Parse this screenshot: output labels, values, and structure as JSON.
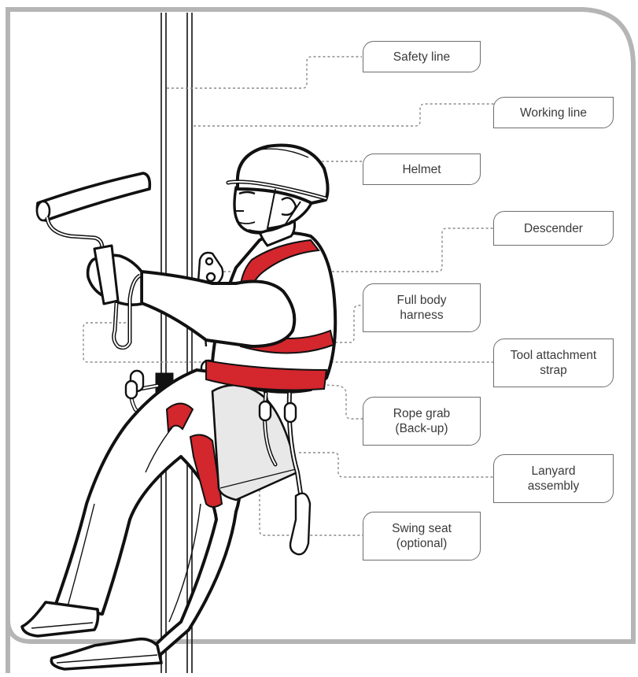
{
  "labels": {
    "safety_line": "Safety line",
    "working_line": "Working line",
    "helmet": "Helmet",
    "descender": "Descender",
    "full_body_harness": [
      "Full body",
      "harness"
    ],
    "tool_attachment_strap": [
      "Tool attachment",
      "strap"
    ],
    "rope_grab": [
      "Rope grab",
      "(Back-up)"
    ],
    "lanyard_assembly": [
      "Lanyard",
      "assembly"
    ],
    "swing_seat": [
      "Swing seat",
      "(optional)"
    ]
  },
  "colors": {
    "frame": "#b5b5b5",
    "label_border": "#6d6d6d",
    "leader_line": "#8a8a8a",
    "harness_red": "#d3262d",
    "outline": "#111111",
    "shading": "#e6e6e6"
  }
}
